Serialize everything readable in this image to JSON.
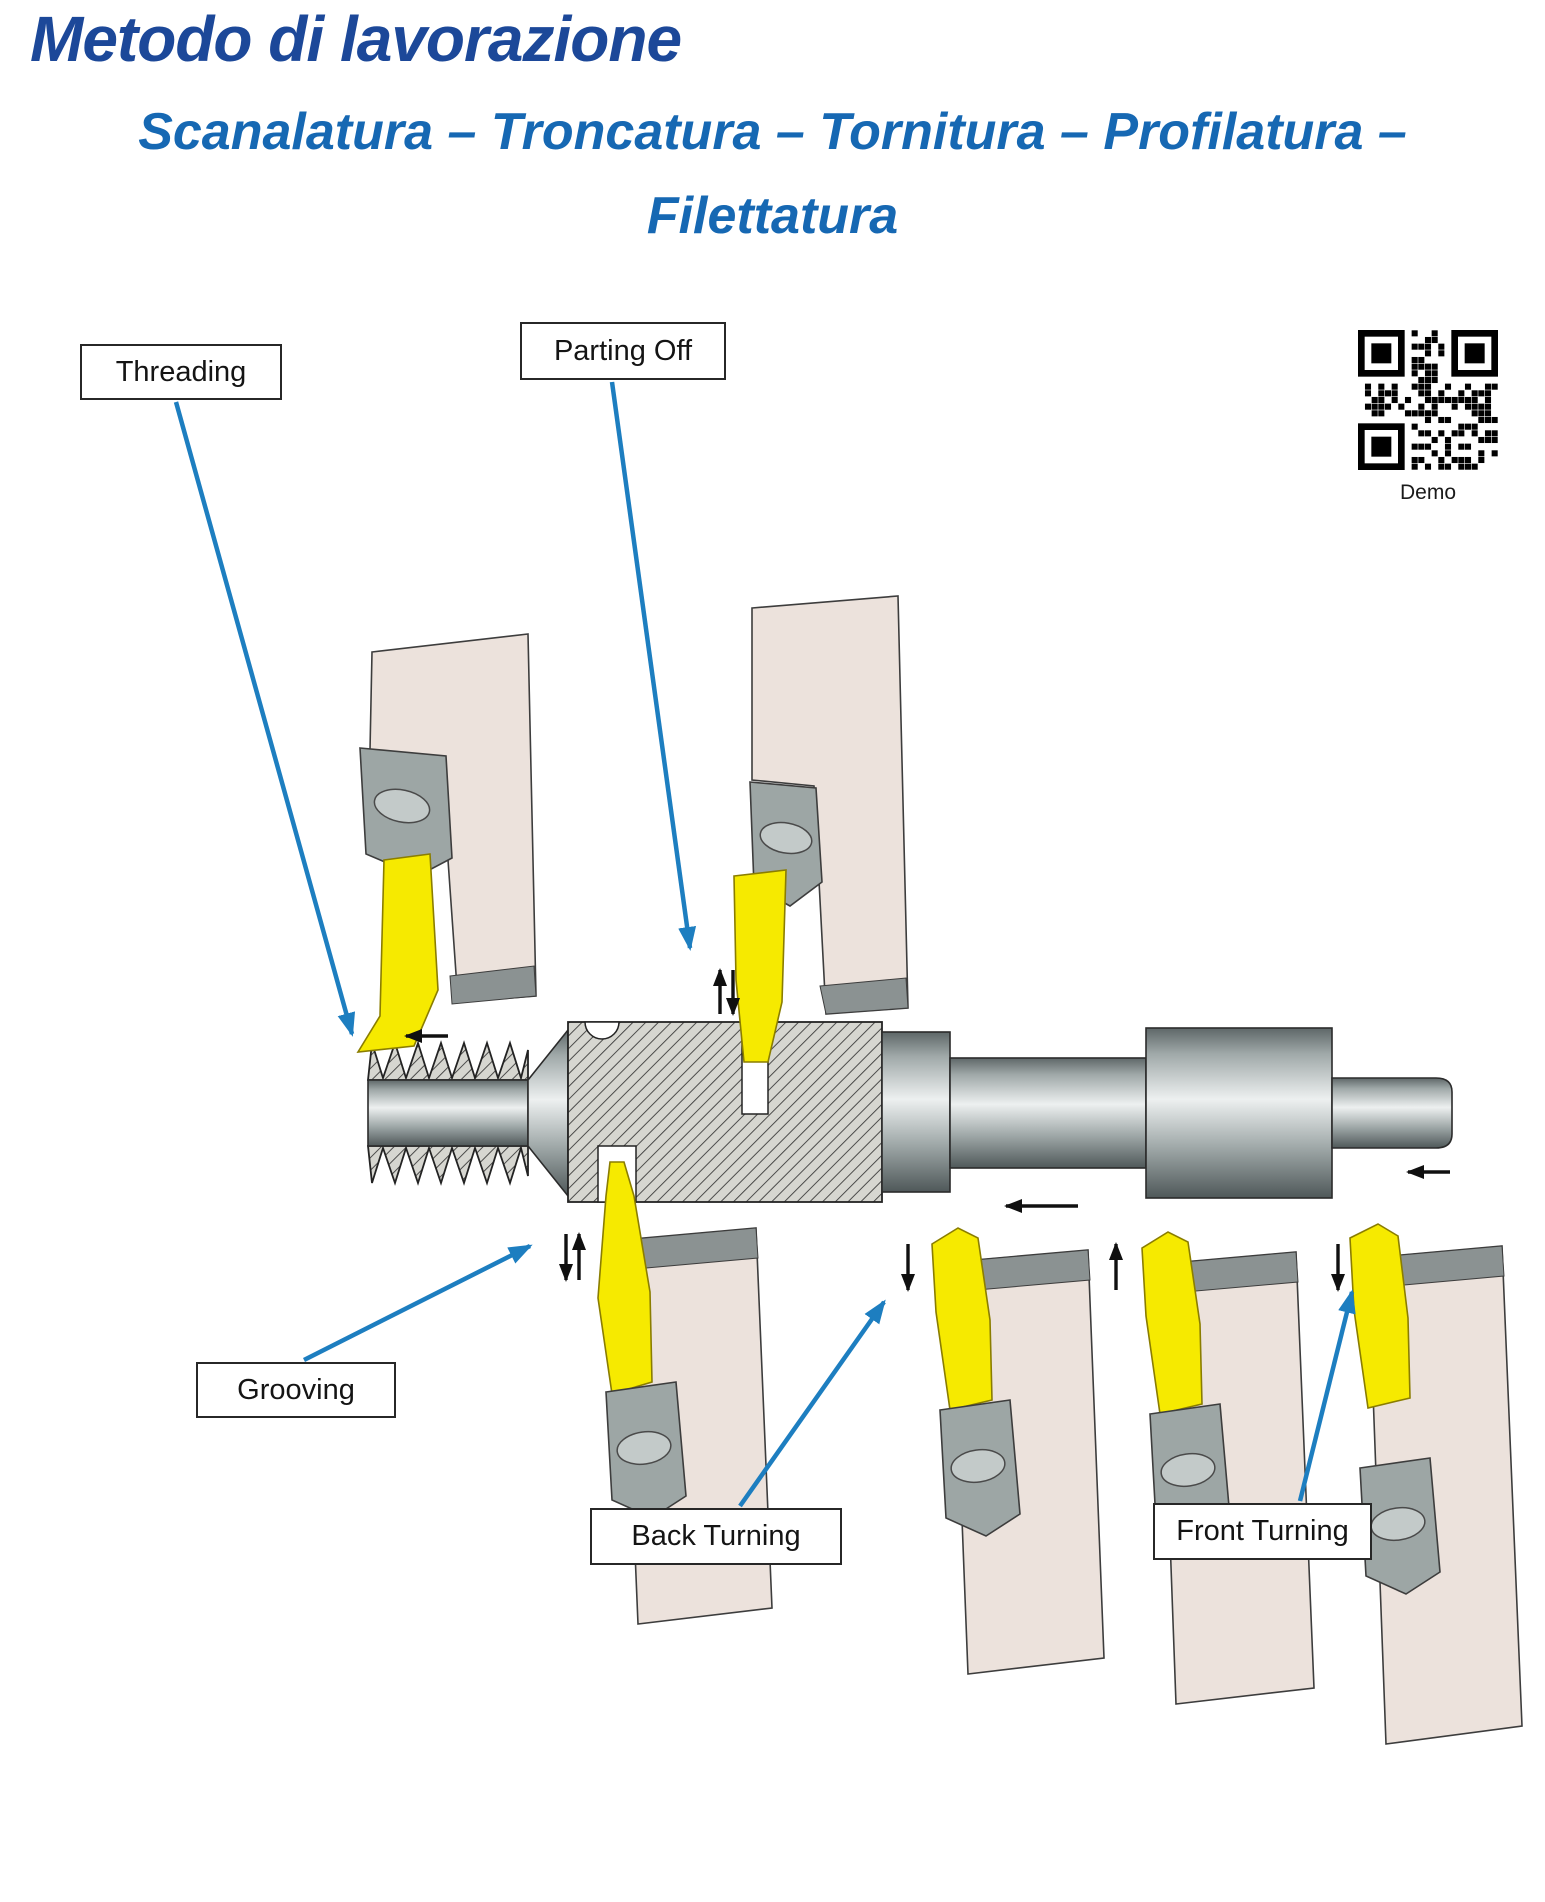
{
  "header": {
    "title": "Metodo di lavorazione",
    "subtitle_line1": "Scanalatura – Troncatura – Tornitura – Profilatura –",
    "subtitle_line2": "Filettatura"
  },
  "qr": {
    "caption": "Demo"
  },
  "labels": {
    "threading": "Threading",
    "parting_off": "Parting Off",
    "grooving": "Grooving",
    "back_turning": "Back Turning",
    "front_turning": "Front Turning"
  },
  "colors": {
    "title_blue": "#1c4899",
    "subtitle_blue": "#1668b3",
    "annotation_blue": "#1d7ec0",
    "insert_yellow": "#f6ea00",
    "holder_beige": "#ece2dc",
    "metal_gray": "#9da6a5",
    "hatch_base": "#d6d6d0"
  }
}
